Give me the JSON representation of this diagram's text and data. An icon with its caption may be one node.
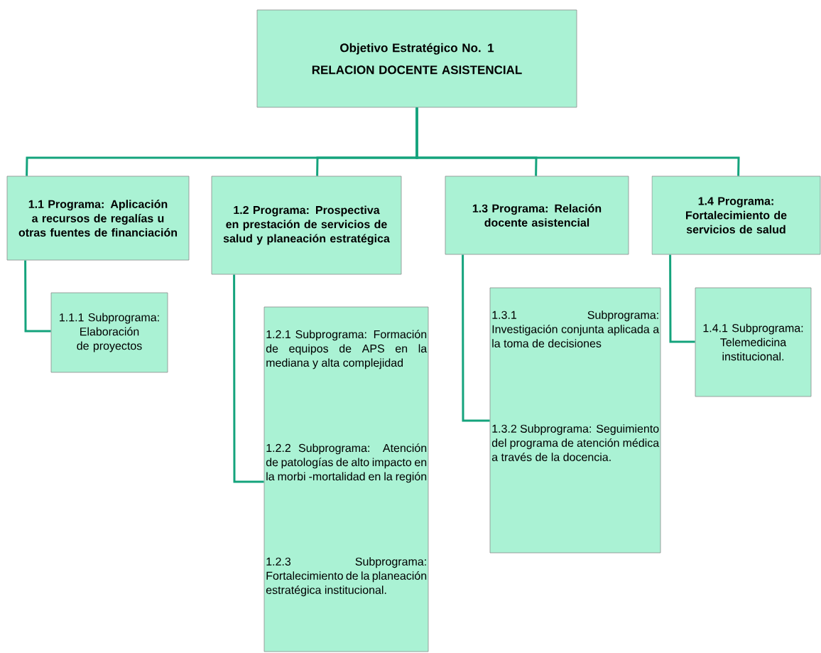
{
  "diagram": {
    "nodes": [
      {
        "text": [
          "Objetivo Estratégico No. 1",
          "RELACION DOCENTE ASISTENCIAL"
        ]
      },
      {
        "text": [
          "1.1 Programa: Aplicación a recursos de regalías u otras fuentes de financiación"
        ]
      },
      {
        "text": [
          "1.2 Programa: Prospectiva en prestación de servicios de salud y planeación estratégica"
        ]
      },
      {
        "text": [
          "1.3 Programa: Relación docente asistencial"
        ]
      },
      {
        "text": [
          "1.4 Programa: Fortalecimiento de servicios de salud"
        ]
      },
      {
        "text": [
          "1.1.1 Subprograma: Elaboración de proyectos"
        ]
      },
      {
        "text": [
          "1.2.1 Subprograma: Formación de equipos de APS en la mediana y alta complejidad",
          "1.2.2 Subprograma: Atención de patologías de alto impacto en la morbi -mortalidad en la región",
          "1.2.3 Subprograma: Fortalecimiento de la planeación estratégica institucional."
        ]
      },
      {
        "text": [
          "1.3.1 Subprograma: Investigación conjunta aplicada a la toma de decisiones",
          "1.3.2 Subprograma: Seguimiento del programa de atención médica a través de la docencia."
        ]
      },
      {
        "text": [
          "1.4.1 Subprograma: Telemedicina institucional."
        ]
      }
    ],
    "edges": [
      {
        "from": 0,
        "to": 1,
        "arrow": "none"
      },
      {
        "from": 0,
        "to": 2,
        "arrow": "none"
      },
      {
        "from": 0,
        "to": 3,
        "arrow": "none"
      },
      {
        "from": 0,
        "to": 4,
        "arrow": "none"
      },
      {
        "from": 1,
        "to": 5,
        "arrow": "none"
      },
      {
        "from": 2,
        "to": 6,
        "arrow": "none"
      },
      {
        "from": 3,
        "to": 7,
        "arrow": "none"
      },
      {
        "from": 4,
        "to": 8,
        "arrow": "none"
      }
    ]
  }
}
